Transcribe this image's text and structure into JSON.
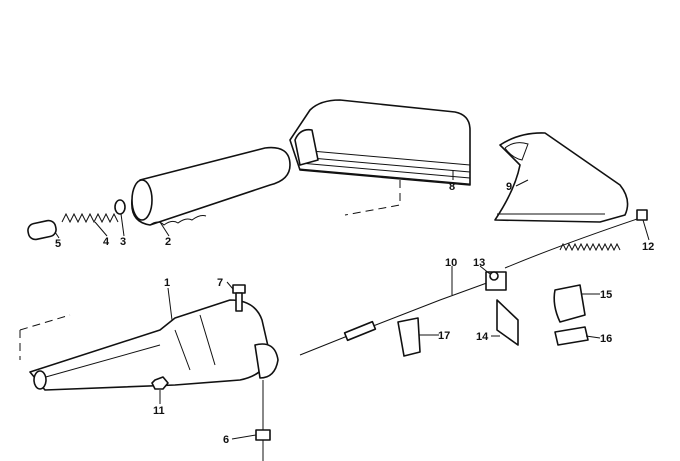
{
  "diagram": {
    "title": "Handbrake lever assembly",
    "callouts": [
      {
        "id": "1",
        "label": "1"
      },
      {
        "id": "2",
        "label": "2"
      },
      {
        "id": "3",
        "label": "3"
      },
      {
        "id": "4",
        "label": "4"
      },
      {
        "id": "5",
        "label": "5"
      },
      {
        "id": "6",
        "label": "6"
      },
      {
        "id": "7",
        "label": "7"
      },
      {
        "id": "8",
        "label": "8"
      },
      {
        "id": "9",
        "label": "9"
      },
      {
        "id": "10",
        "label": "10"
      },
      {
        "id": "11",
        "label": "11"
      },
      {
        "id": "12",
        "label": "12"
      },
      {
        "id": "13",
        "label": "13"
      },
      {
        "id": "14",
        "label": "14"
      },
      {
        "id": "15",
        "label": "15"
      },
      {
        "id": "16",
        "label": "16"
      },
      {
        "id": "17",
        "label": "17"
      }
    ]
  }
}
